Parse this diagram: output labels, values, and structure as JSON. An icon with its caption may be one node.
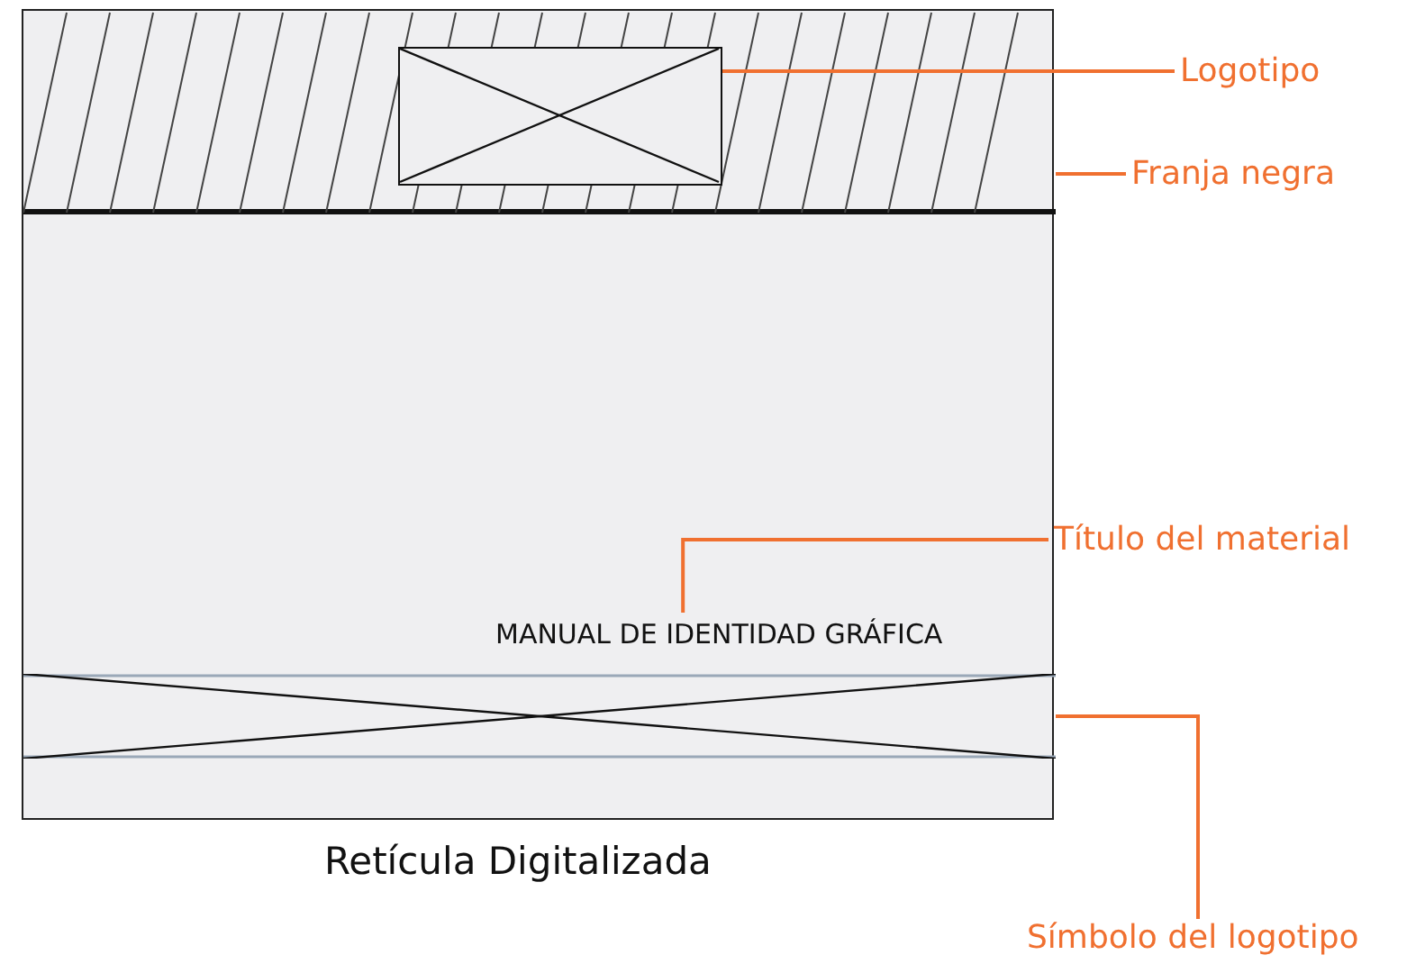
{
  "diagram": {
    "caption": "Retícula Digitalizada",
    "nodes": [
      {
        "text": [],
        "shape": "box"
      },
      {
        "text": [],
        "shape": "bar",
        "in": 0
      },
      {
        "text": [],
        "shape": "box",
        "in": 1
      },
      {
        "text": [
          "Logotipo"
        ]
      },
      {
        "text": [
          "Franja negra"
        ]
      },
      {
        "text": [
          "Título del material"
        ]
      },
      {
        "text": [
          "MANUAL DE IDENTIDAD GRÁFICA"
        ],
        "in": 0
      },
      {
        "text": [],
        "shape": "box",
        "in": 0
      },
      {
        "text": [
          "Símbolo del logotipo"
        ]
      }
    ],
    "edges": [
      {
        "from": 3,
        "to": 2,
        "arrow": "none"
      },
      {
        "from": 4,
        "to": 1,
        "arrow": "none"
      },
      {
        "from": 5,
        "to": 6,
        "arrow": "none"
      },
      {
        "from": 8,
        "to": 7,
        "arrow": "none"
      }
    ]
  }
}
